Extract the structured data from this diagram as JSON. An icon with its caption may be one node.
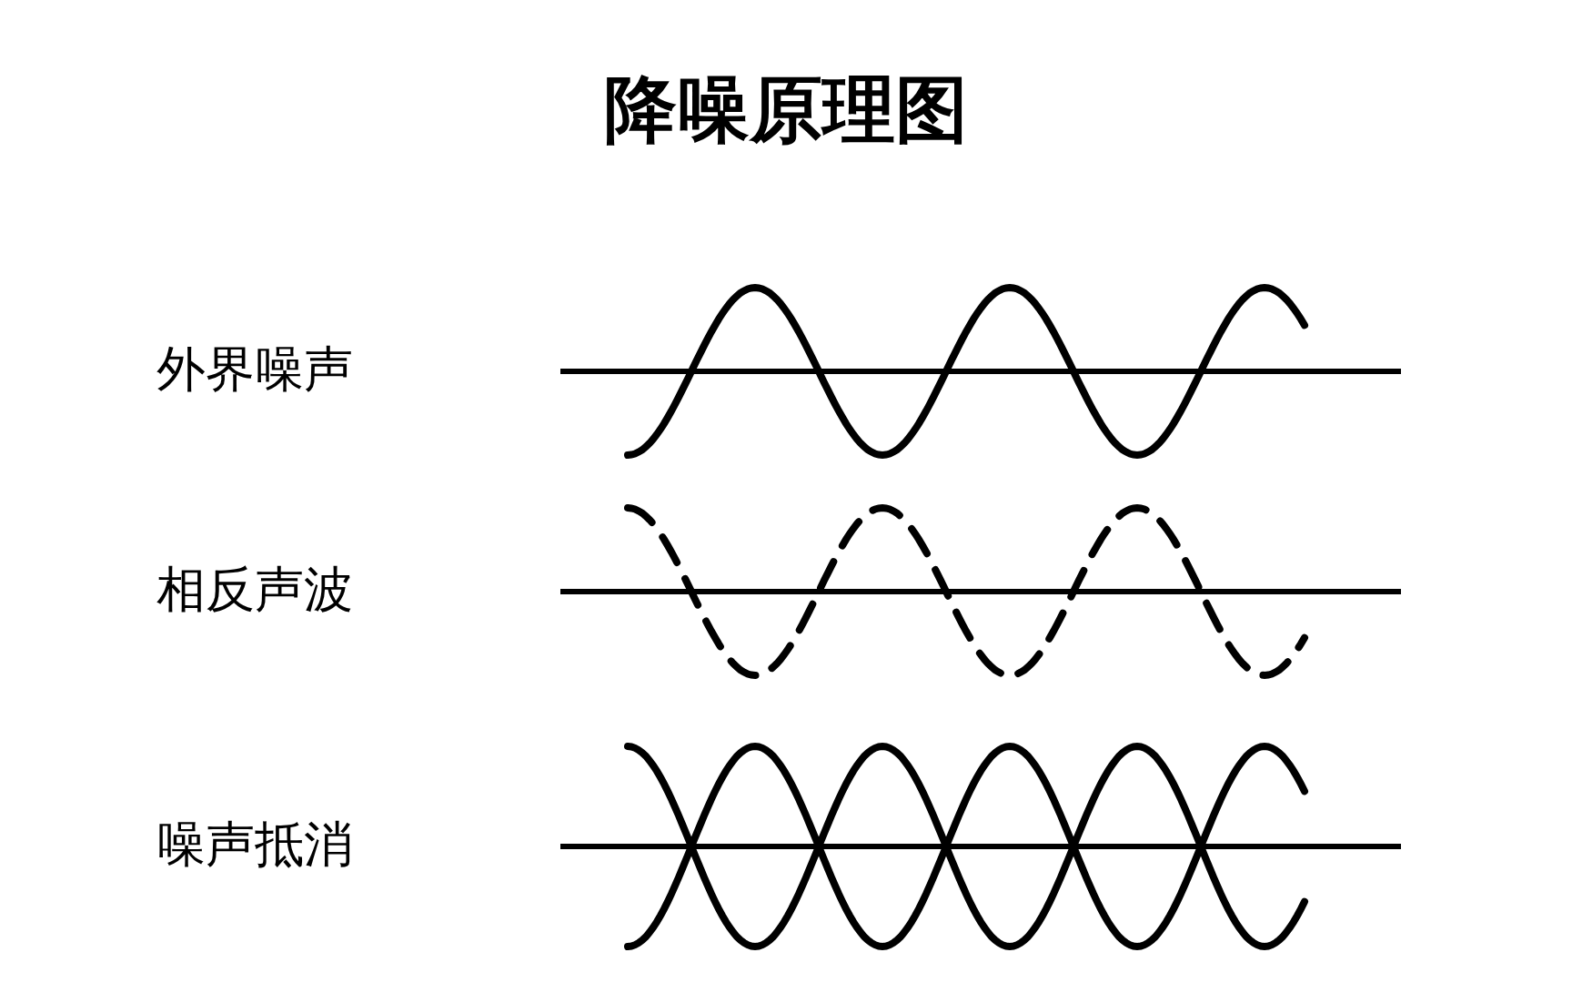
{
  "diagram": {
    "title": "降噪原理图",
    "labels": [
      "外界噪声",
      "相反声波",
      "噪声抵消"
    ]
  }
}
